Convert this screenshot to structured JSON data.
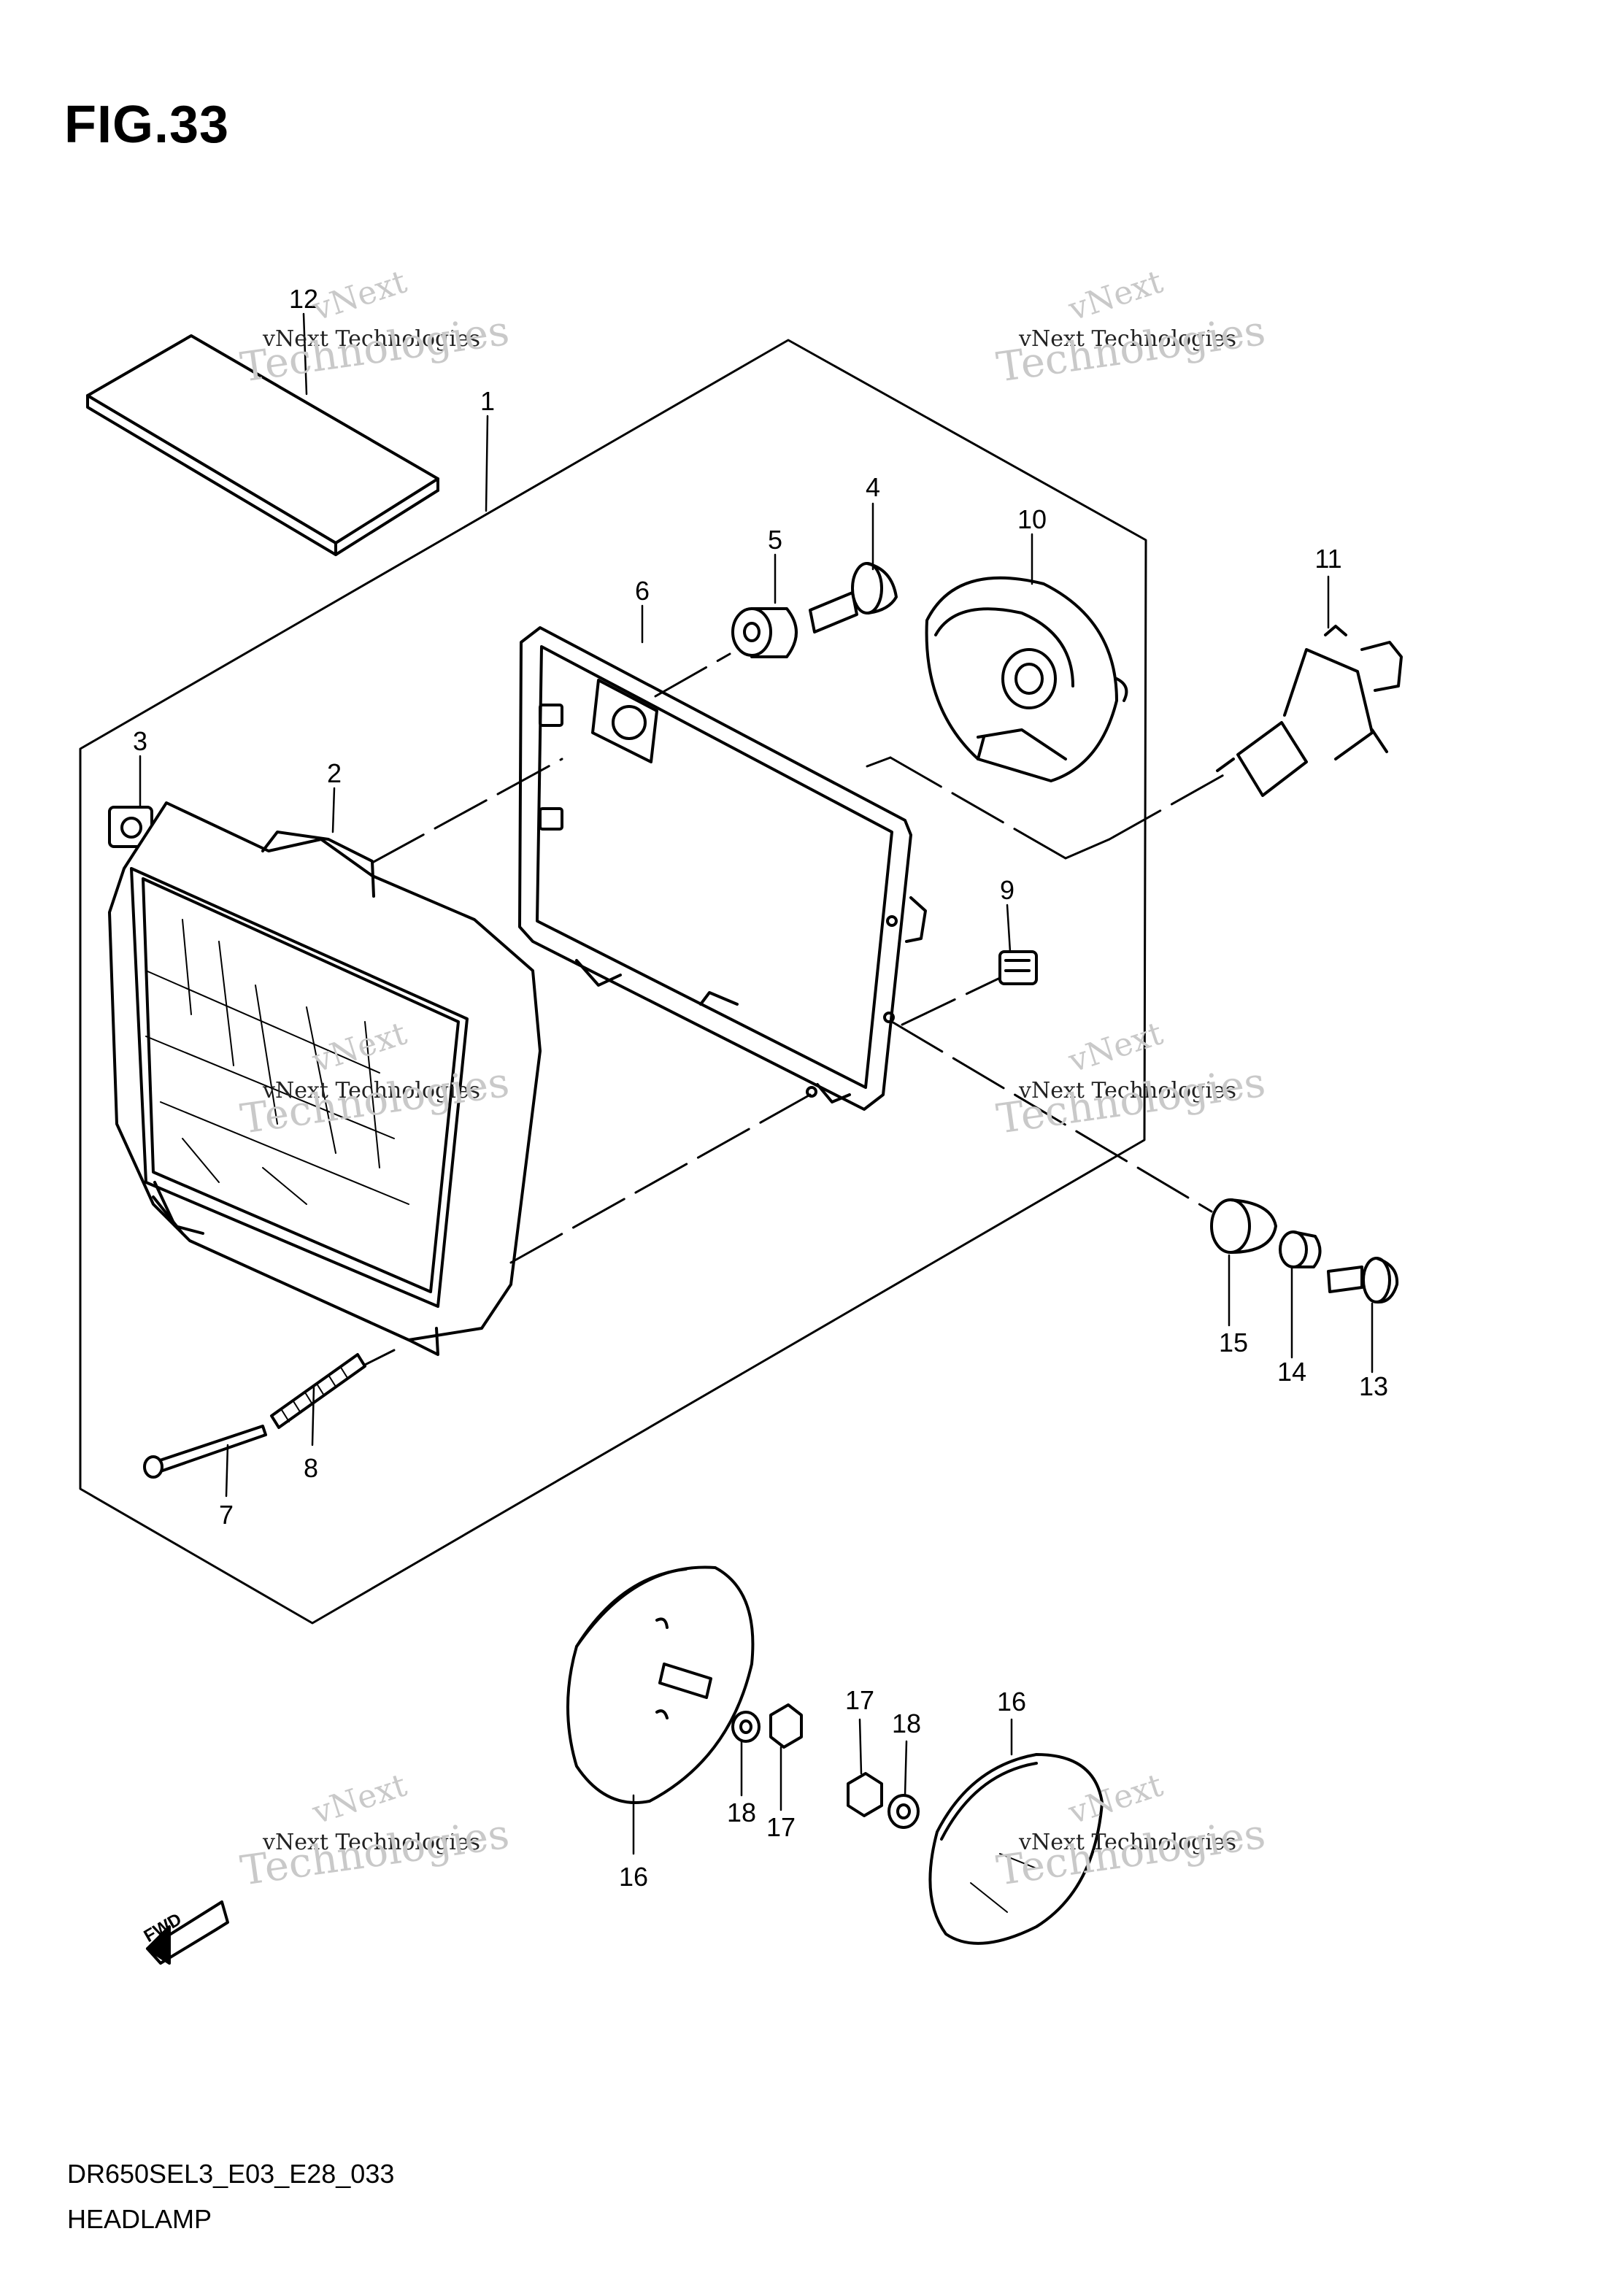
{
  "figure_title": "FIG.33",
  "diagram_code": "DR650SEL3_E03_E28_033",
  "assembly_name": "HEADLAMP",
  "direction_marker": "FWD",
  "watermark": {
    "line1": "vNext",
    "line2": "vNext Technologies",
    "line3": "Technologies"
  },
  "callouts": {
    "c1": "1",
    "c2": "2",
    "c3": "3",
    "c4": "4",
    "c5": "5",
    "c6": "6",
    "c7": "7",
    "c8": "8",
    "c9": "9",
    "c10": "10",
    "c11": "11",
    "c12": "12",
    "c13": "13",
    "c14": "14",
    "c15": "15",
    "c16a": "16",
    "c16b": "16",
    "c17a": "17",
    "c17b": "17",
    "c18a": "18",
    "c18b": "18"
  }
}
